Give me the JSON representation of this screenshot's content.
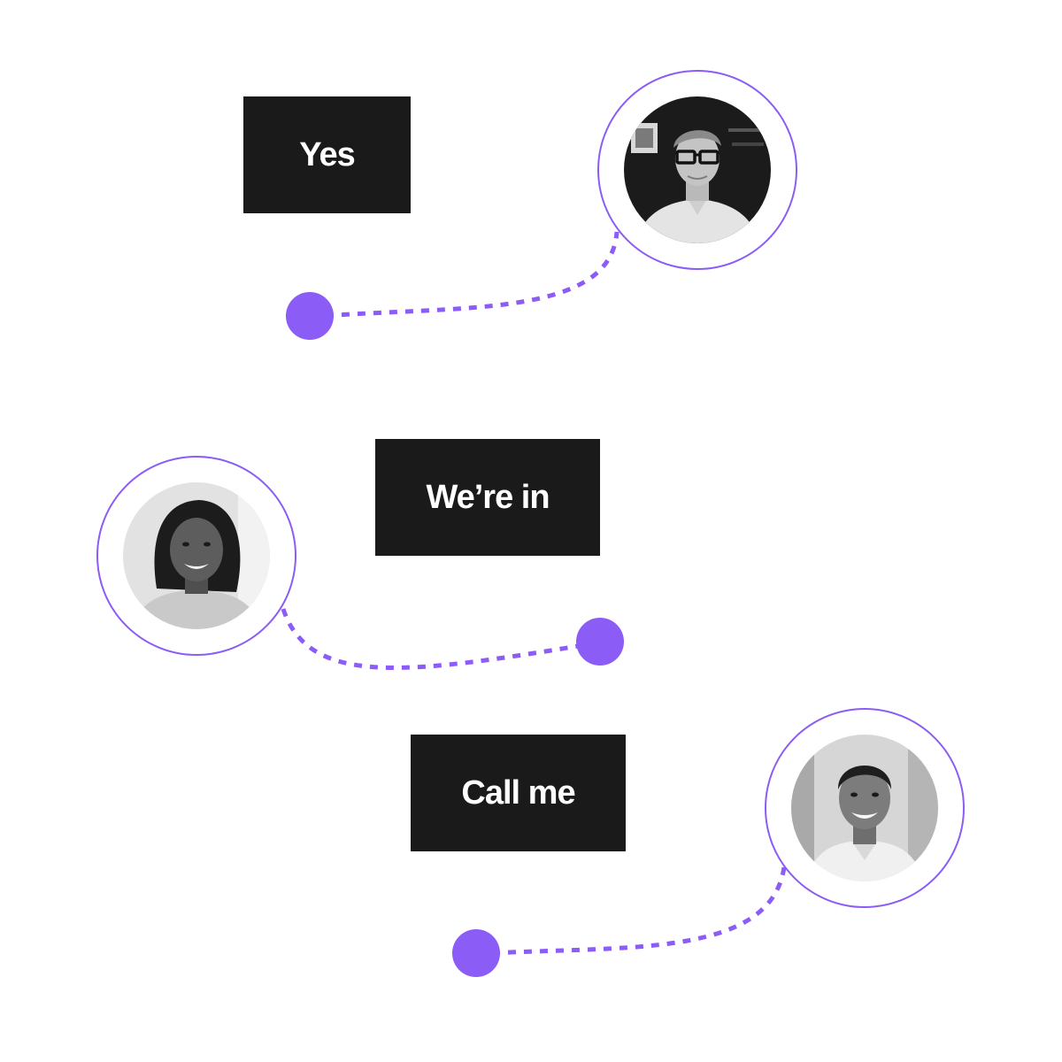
{
  "messages": [
    {
      "text": "Yes"
    },
    {
      "text": "We’re in"
    },
    {
      "text": "Call me"
    }
  ],
  "colors": {
    "accent": "#8b5cf6",
    "label_background": "#1a1a1a",
    "label_text": "#ffffff",
    "background": "#ffffff"
  },
  "avatars": [
    {
      "icon": "person-photo-glasses-man"
    },
    {
      "icon": "person-photo-smiling-woman"
    },
    {
      "icon": "person-photo-smiling-man"
    }
  ]
}
